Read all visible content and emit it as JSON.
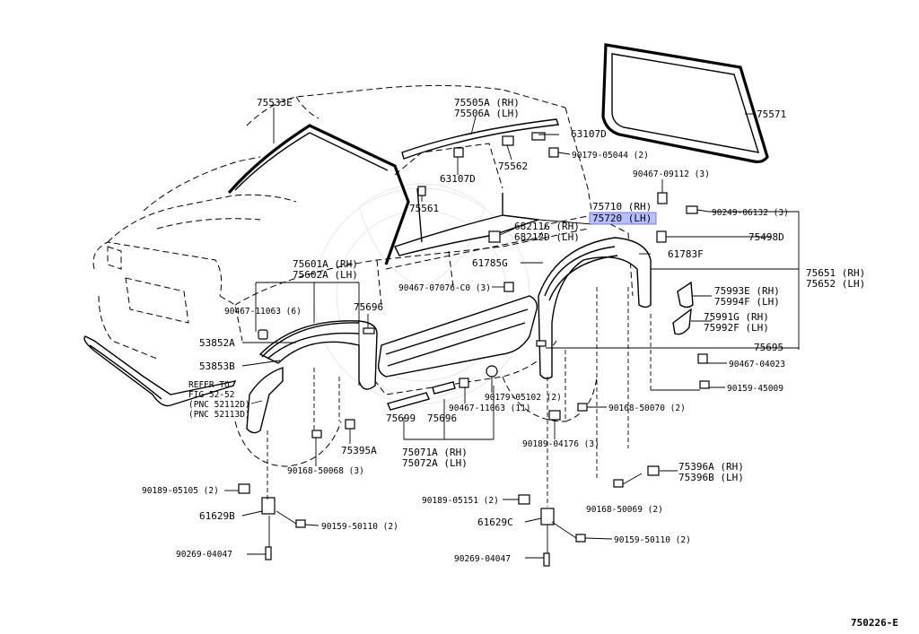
{
  "diagram_number": "750226-E",
  "highlight_color": "#b8bfff",
  "line_color": "#000000",
  "labels": {
    "p75533E": "75533E",
    "p75505A": "75505A (RH)",
    "p75506A": "75506A (LH)",
    "p63107D_a": "63107D",
    "p63107D_b": "63107D",
    "p90179_05044": "90179-05044 (2)",
    "p75562": "75562",
    "p75561": "75561",
    "p75571": "75571",
    "p90467_09112": "90467-09112 (3)",
    "p90249_06132": "90249-06132 (3)",
    "p75710": "75710 (RH)",
    "p75720": "75720 (LH)",
    "p68211G": "68211G (RH)",
    "p68212D": "68212D (LH)",
    "p75498D": "75498D",
    "p61783F": "61783F",
    "p61785G": "61785G",
    "p75651": "75651 (RH)",
    "p75652": "75652 (LH)",
    "p90467_07076": "90467-07076-C0 (3)",
    "p75993E": "75993E (RH)",
    "p75994F": "75994F (LH)",
    "p75991G": "75991G (RH)",
    "p75992F": "75992F (LH)",
    "p75695": "75695",
    "p90467_04023": "90467-04023",
    "p90159_45009": "90159-45009",
    "p75601A": "75601A (RH)",
    "p75602A": "75602A (LH)",
    "p90467_11063_6": "90467-11063 (6)",
    "p75696_a": "75696",
    "p53852A": "53852A",
    "p53853B": "53853B",
    "refer_1": "REFER TO",
    "refer_2": "FIG 52-52",
    "refer_3": "(PNC 52112D)",
    "refer_4": "(PNC 52113D)",
    "p75699": "75699",
    "p75696_b": "75696",
    "p90467_11063_11": "90467-11063 (11)",
    "p90179_05102": "90179-05102 (2)",
    "p90168_50070": "90168-50070 (2)",
    "p90189_04176": "90189-04176 (3)",
    "p75395A": "75395A",
    "p90168_50068": "90168-50068 (3)",
    "p75071A": "75071A (RH)",
    "p75072A": "75072A (LH)",
    "p90189_05105": "90189-05105 (2)",
    "p61629B": "61629B",
    "p90159_50110_a": "90159-50110 (2)",
    "p90269_04047_a": "90269-04047",
    "p75396A": "75396A (RH)",
    "p75396B": "75396B (LH)",
    "p90168_50069": "90168-50069 (2)",
    "p90189_05151": "90189-05151 (2)",
    "p61629C": "61629C",
    "p90159_50110_b": "90159-50110 (2)",
    "p90269_04047_b": "90269-04047"
  }
}
